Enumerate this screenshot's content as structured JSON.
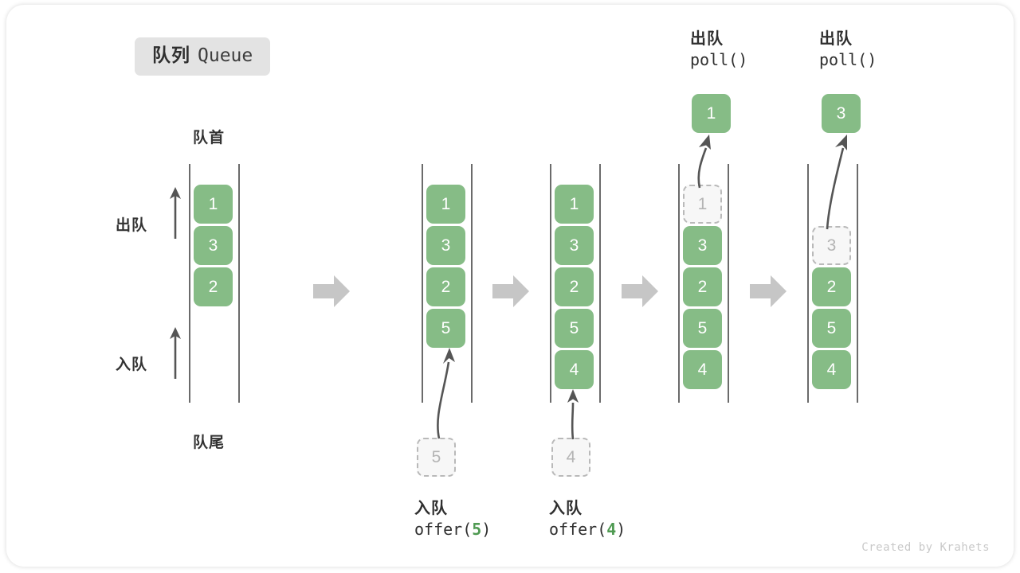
{
  "title": {
    "cn": "队列",
    "en": "Queue"
  },
  "labels": {
    "head": "队首",
    "tail": "队尾",
    "dequeue_arrow": "出队",
    "enqueue_arrow": "入队"
  },
  "colors": {
    "cell_fill": "#86bc86",
    "cell_text": "#ffffff",
    "ghost_fill": "#f7f7f7",
    "ghost_border": "#b9b9b9",
    "ghost_text": "#b4b4b4",
    "rail": "#6b6b6b",
    "arrow_gray": "#c6c6c6",
    "accent_green": "#4f9a52",
    "badge_bg": "#e3e3e3",
    "text_dark": "#2f2f2f"
  },
  "operations": {
    "offer_5": {
      "cn": "入队",
      "call_prefix": "offer(",
      "arg": "5",
      "call_suffix": ")"
    },
    "offer_4": {
      "cn": "入队",
      "call_prefix": "offer(",
      "arg": "4",
      "call_suffix": ")"
    },
    "poll_1": {
      "cn": "出队",
      "call": "poll()"
    },
    "poll_2": {
      "cn": "出队",
      "call": "poll()"
    }
  },
  "popped": {
    "first": "1",
    "second": "3"
  },
  "incoming": {
    "first": "5",
    "second": "4"
  },
  "queues": [
    {
      "name": "initial",
      "cells": [
        {
          "value": "1",
          "ghost": false
        },
        {
          "value": "3",
          "ghost": false
        },
        {
          "value": "2",
          "ghost": false
        }
      ]
    },
    {
      "name": "after-offer-5",
      "cells": [
        {
          "value": "1",
          "ghost": false
        },
        {
          "value": "3",
          "ghost": false
        },
        {
          "value": "2",
          "ghost": false
        },
        {
          "value": "5",
          "ghost": false
        }
      ]
    },
    {
      "name": "after-offer-4",
      "cells": [
        {
          "value": "1",
          "ghost": false
        },
        {
          "value": "3",
          "ghost": false
        },
        {
          "value": "2",
          "ghost": false
        },
        {
          "value": "5",
          "ghost": false
        },
        {
          "value": "4",
          "ghost": false
        }
      ]
    },
    {
      "name": "during-poll-1",
      "cells": [
        {
          "value": "1",
          "ghost": true
        },
        {
          "value": "3",
          "ghost": false
        },
        {
          "value": "2",
          "ghost": false
        },
        {
          "value": "5",
          "ghost": false
        },
        {
          "value": "4",
          "ghost": false
        }
      ]
    },
    {
      "name": "during-poll-2",
      "cells": [
        {
          "value": "",
          "ghost": false,
          "empty": true
        },
        {
          "value": "3",
          "ghost": true
        },
        {
          "value": "2",
          "ghost": false
        },
        {
          "value": "5",
          "ghost": false
        },
        {
          "value": "4",
          "ghost": false
        }
      ]
    }
  ],
  "footer": "Created by Krahets"
}
